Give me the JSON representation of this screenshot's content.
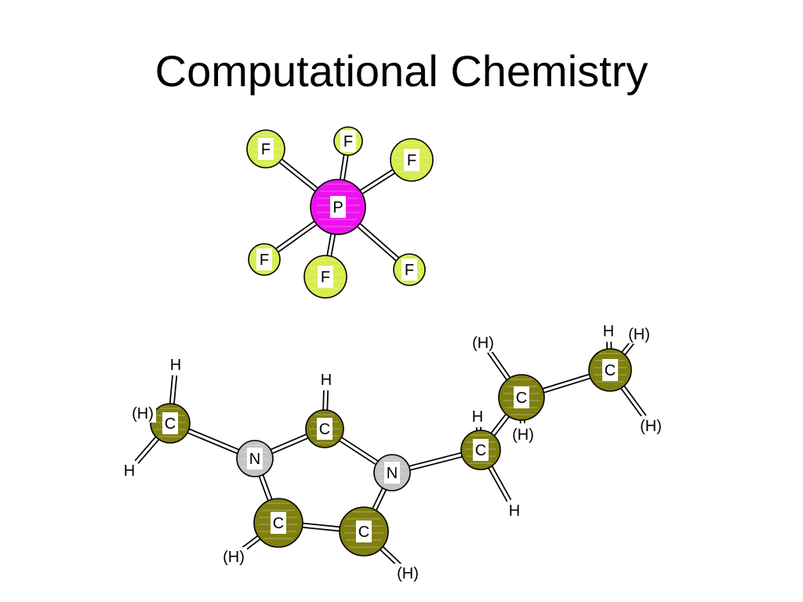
{
  "slide": {
    "title": "Computational Chemistry"
  },
  "colors": {
    "phosphorus": "#ee11ee",
    "fluorine": "#d8ec50",
    "carbon": "#808010",
    "nitrogen": "#c4c4c4",
    "bond": "#000000",
    "label_box": "#ffffff"
  },
  "pf6": {
    "center": {
      "id": "P",
      "element": "P",
      "label": "P"
    },
    "ligands": [
      {
        "id": "F1",
        "element": "F",
        "label": "F"
      },
      {
        "id": "F2",
        "element": "F",
        "label": "F"
      },
      {
        "id": "F3",
        "element": "F",
        "label": "F"
      },
      {
        "id": "F4",
        "element": "F",
        "label": "F"
      },
      {
        "id": "F5",
        "element": "F",
        "label": "F"
      },
      {
        "id": "F6",
        "element": "F",
        "label": "F"
      }
    ]
  },
  "imidazolium": {
    "atoms": [
      {
        "id": "Cm",
        "element": "C",
        "label": "C"
      },
      {
        "id": "N1",
        "element": "N",
        "label": "N"
      },
      {
        "id": "C2",
        "element": "C",
        "label": "C"
      },
      {
        "id": "N3",
        "element": "N",
        "label": "N"
      },
      {
        "id": "C4",
        "element": "C",
        "label": "C"
      },
      {
        "id": "C5",
        "element": "C",
        "label": "C"
      },
      {
        "id": "Ca",
        "element": "C",
        "label": "C"
      },
      {
        "id": "Cb",
        "element": "C",
        "label": "C"
      },
      {
        "id": "Cc",
        "element": "C",
        "label": "C"
      }
    ],
    "hydrogens": [
      {
        "id": "Hm1",
        "label": "H"
      },
      {
        "id": "Hm2",
        "label": "(H)"
      },
      {
        "id": "Hm3",
        "label": "H"
      },
      {
        "id": "H2",
        "label": "H"
      },
      {
        "id": "H4",
        "label": "(H)"
      },
      {
        "id": "H5",
        "label": "(H)"
      },
      {
        "id": "Ha1",
        "label": "H"
      },
      {
        "id": "Ha2",
        "label": "H"
      },
      {
        "id": "Hb1",
        "label": "(H)"
      },
      {
        "id": "Hb2",
        "label": "(H)"
      },
      {
        "id": "Hc1",
        "label": "H"
      },
      {
        "id": "Hc2",
        "label": "(H)"
      },
      {
        "id": "Hc3",
        "label": "(H)"
      }
    ]
  }
}
